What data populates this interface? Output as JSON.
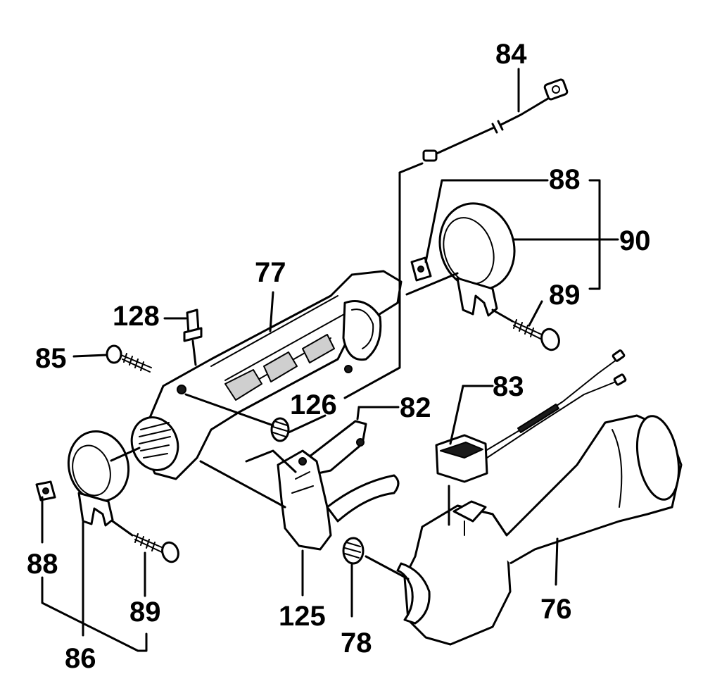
{
  "parts": [
    {
      "id": "p84",
      "label": "84",
      "name": "wire-lead"
    },
    {
      "id": "p88a",
      "label": "88",
      "name": "nut-plate"
    },
    {
      "id": "p90",
      "label": "90",
      "name": "clamp-assembly"
    },
    {
      "id": "p89a",
      "label": "89",
      "name": "clamp-screw"
    },
    {
      "id": "p77",
      "label": "77",
      "name": "handle-frame"
    },
    {
      "id": "p128",
      "label": "128",
      "name": "pin"
    },
    {
      "id": "p85",
      "label": "85",
      "name": "frame-screw"
    },
    {
      "id": "p126",
      "label": "126",
      "name": "lever-spring"
    },
    {
      "id": "p82",
      "label": "82",
      "name": "throttle-lockout"
    },
    {
      "id": "p83",
      "label": "83",
      "name": "stop-switch"
    },
    {
      "id": "p76",
      "label": "76",
      "name": "rear-handle"
    },
    {
      "id": "p88b",
      "label": "88",
      "name": "nut-plate"
    },
    {
      "id": "p86",
      "label": "86",
      "name": "clamp"
    },
    {
      "id": "p89b",
      "label": "89",
      "name": "clamp-screw"
    },
    {
      "id": "p125",
      "label": "125",
      "name": "throttle-trigger"
    },
    {
      "id": "p78",
      "label": "78",
      "name": "trigger-spring"
    }
  ]
}
